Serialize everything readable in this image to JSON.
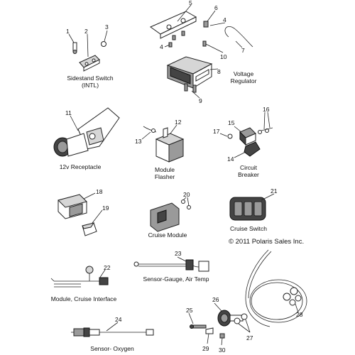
{
  "copyright": "© 2011 Polaris Sales Inc.",
  "labels": {
    "sidestand": "Sidestand Switch",
    "sidestand_sub": "(INTL)",
    "voltage": "Voltage",
    "voltage_sub": "Regulator",
    "receptacle": "12v Receptacle",
    "module": "Module",
    "module_sub": "Flasher",
    "circuit": "Circuit",
    "circuit_sub": "Breaker",
    "cruise_module": "Cruise Module",
    "cruise_switch": "Cruise Switch",
    "sensor_gauge": "Sensor-Gauge, Air Temp",
    "cruise_interface": "Module, Cruise Interface",
    "sensor_oxygen": "Sensor- Oxygen"
  },
  "callouts": [
    "1",
    "2",
    "3",
    "4",
    "5",
    "6",
    "7",
    "8",
    "9",
    "10",
    "11",
    "12",
    "13",
    "14",
    "15",
    "16",
    "17",
    "18",
    "19",
    "20",
    "21",
    "22",
    "23",
    "24",
    "25",
    "26",
    "27",
    "28",
    "29",
    "30"
  ]
}
